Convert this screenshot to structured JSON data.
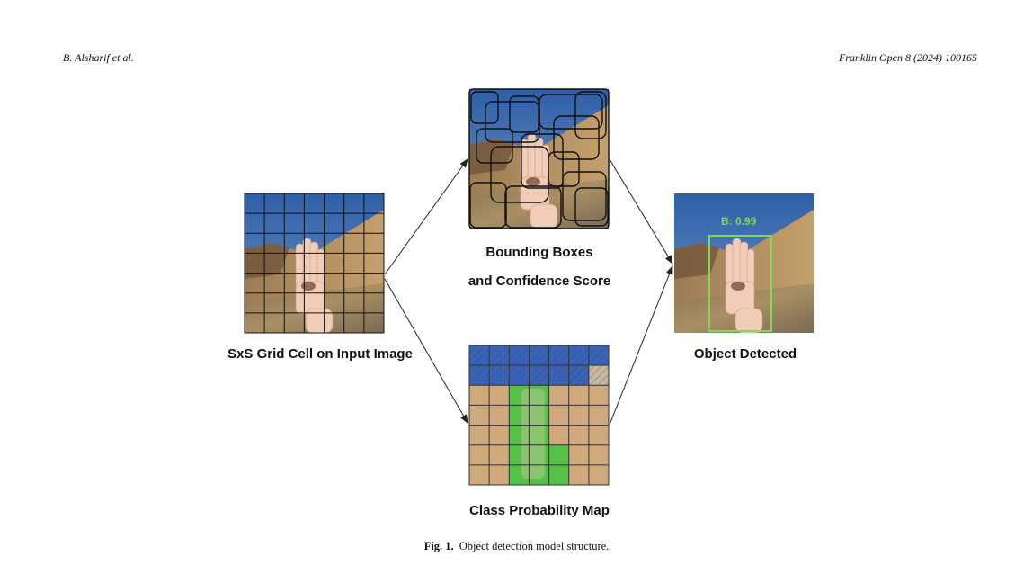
{
  "header": {
    "left": "B. Alsharif et al.",
    "right": "Franklin Open 8 (2024) 100165"
  },
  "figure": {
    "input_label": "SxS Grid Cell on Input Image",
    "bbox_label_line1": "Bounding Boxes",
    "bbox_label_line2": "and Confidence Score",
    "probmap_label": "Class Probability Map",
    "output_label": "Object Detected",
    "detection_score": "B: 0.99",
    "colors": {
      "sky": "#3f6aa8",
      "detection_box": "#7ed957",
      "probmap_sky": "#3a63b8",
      "probmap_hand": "#3fc63f",
      "probmap_ground": "#d9b48a"
    }
  },
  "caption": {
    "figno": "Fig. 1.",
    "text": "Object detection model structure."
  }
}
